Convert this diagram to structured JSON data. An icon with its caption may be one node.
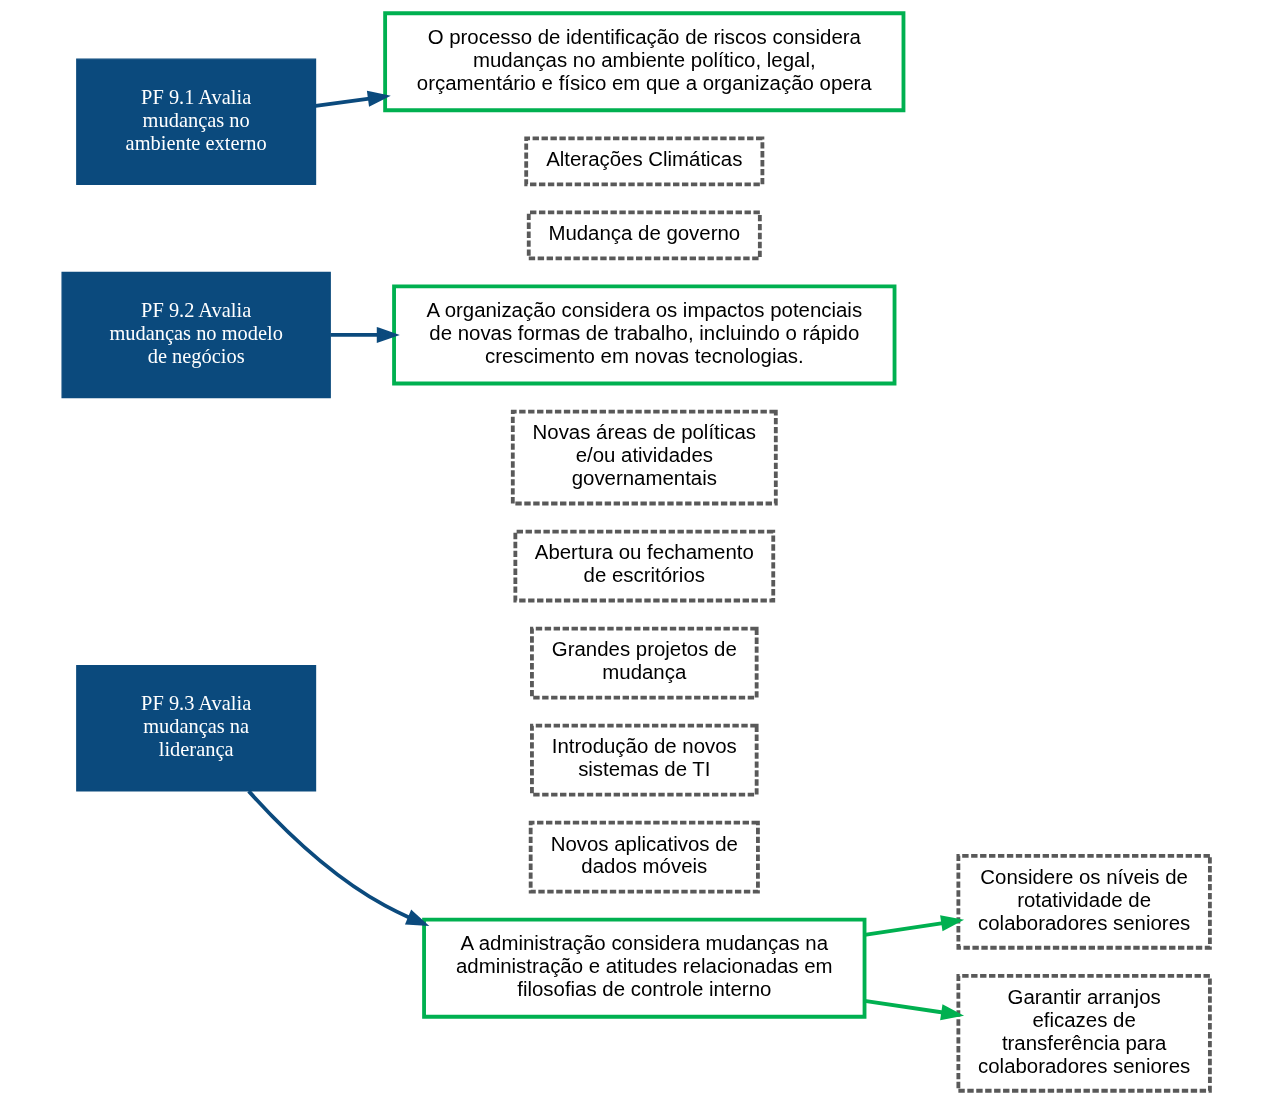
{
  "diagram": {
    "nodes": [
      {
        "text": [
          "PF 9.1 Avalia mudanças no ambiente externo"
        ]
      },
      {
        "text": [
          "O processo de identificação de riscos considera mudanças no ambiente político, legal, orçamentário e físico em que a organização opera"
        ]
      },
      {
        "text": [
          "Mudança de governo"
        ]
      },
      {
        "text": [
          "Alterações Climáticas"
        ]
      },
      {
        "text": [
          "PF 9.2 Avalia mudanças no modelo de negócios"
        ]
      },
      {
        "text": [
          "A organização considera os impactos potenciais de novas formas de trabalho, incluindo o rápido crescimento em novas tecnologias."
        ]
      },
      {
        "text": [
          "Novos aplicativos de dados móveis"
        ]
      },
      {
        "text": [
          "Introdução de novos sistemas de TI"
        ]
      },
      {
        "text": [
          "Grandes projetos de mudança"
        ]
      },
      {
        "text": [
          "Abertura ou fechamento de escritórios"
        ]
      },
      {
        "text": [
          "Novas áreas de políticas e/ou atividades governamentais"
        ]
      },
      {
        "text": [
          "PF 9.3 Avalia mudanças na liderança"
        ]
      },
      {
        "text": [
          "A administração considera mudanças na administração e atitudes relacionadas em filosofias de controle interno"
        ]
      },
      {
        "text": [
          "Considere os níveis de rotatividade de colaboradores seniores"
        ]
      },
      {
        "text": [
          "Garantir arranjos eficazes de transferência para colaboradores seniores"
        ]
      }
    ],
    "edges": [
      {
        "from": 0,
        "to": 1,
        "arrow": "to"
      },
      {
        "from": 4,
        "to": 5,
        "arrow": "to"
      },
      {
        "from": 11,
        "to": 12,
        "arrow": "to"
      },
      {
        "from": 12,
        "to": 13,
        "arrow": "to",
        "color": "#00b050"
      },
      {
        "from": 12,
        "to": 14,
        "arrow": "to",
        "color": "#00b050"
      }
    ]
  }
}
